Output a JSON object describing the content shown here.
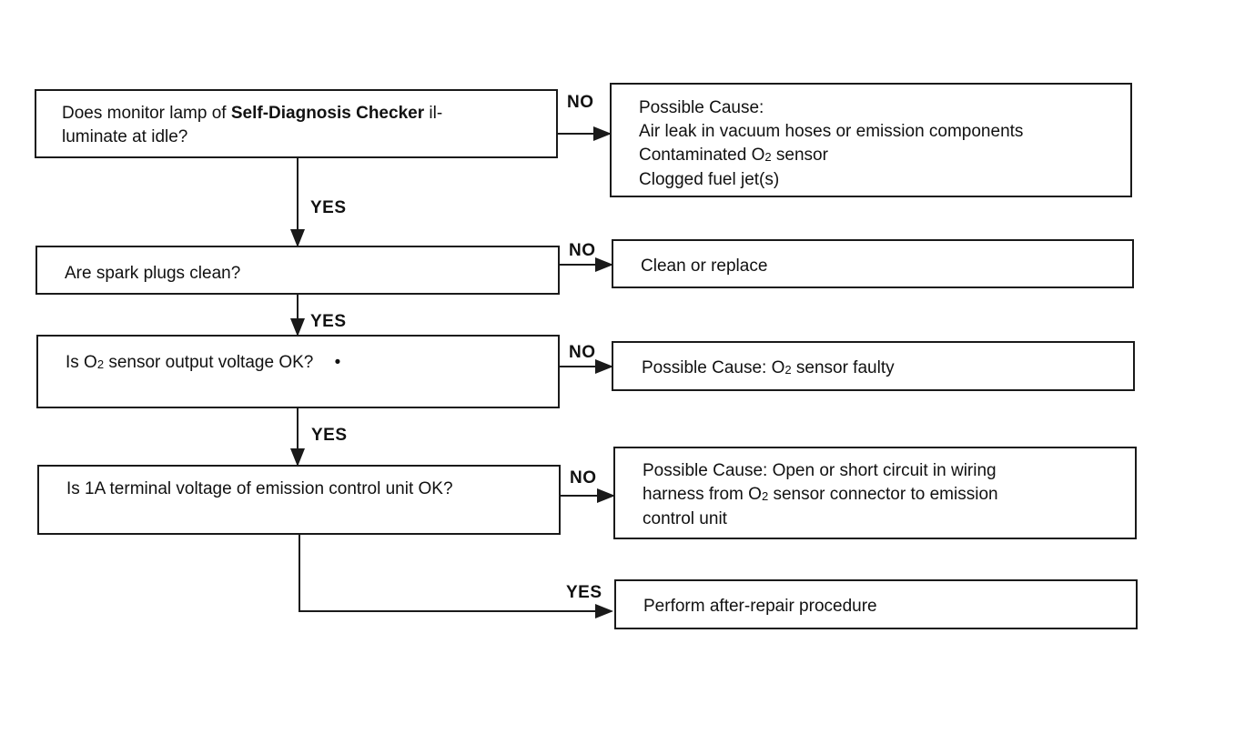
{
  "questions": {
    "q1_prefix": "Does monitor lamp of ",
    "q1_bold": "Self-Diagnosis Checker",
    "q1_suffix": " il-",
    "q1_line2": "luminate at idle?",
    "q2": "Are spark plugs clean?",
    "q3_prefix": "Is O",
    "q3_sub": "2",
    "q3_suffix": " sensor output voltage OK?",
    "q3_mark": "•",
    "q4": "Is 1A terminal voltage of emission control unit OK?"
  },
  "results": {
    "r1_title": "Possible Cause:",
    "r1_line1": "Air leak in vacuum hoses or emission components",
    "r1_line2_prefix": "Contaminated O",
    "r1_line2_sub": "2",
    "r1_line2_suffix": " sensor",
    "r1_line3": "Clogged fuel jet(s)",
    "r2": "Clean or replace",
    "r3_prefix": "Possible Cause: O",
    "r3_sub": "2",
    "r3_suffix": " sensor faulty",
    "r4_line1": "Possible Cause: Open or short circuit in wiring",
    "r4_line2_prefix": "harness from O",
    "r4_line2_sub": "2",
    "r4_line2_suffix": " sensor connector to emission",
    "r4_line3": "control unit",
    "r5": "Perform after-repair procedure"
  },
  "labels": {
    "no": "NO",
    "yes": "YES"
  }
}
